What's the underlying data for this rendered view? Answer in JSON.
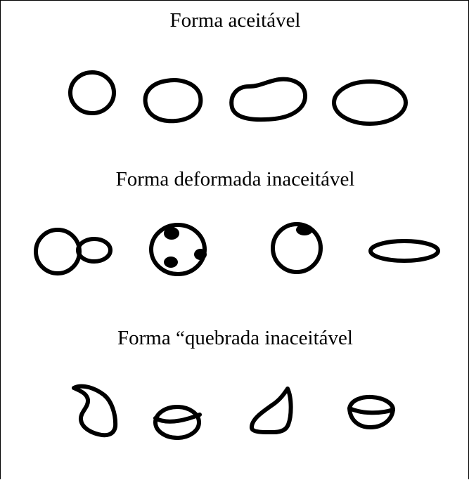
{
  "captions": {
    "acceptable": "Forma aceitável",
    "deformed": "Forma deformada inaceitável",
    "broken": "Forma “quebrada inaceitável"
  },
  "colors": {
    "line": "#000000",
    "background": "#ffffff"
  },
  "groups": [
    {
      "category": "acceptable",
      "count": 4
    },
    {
      "category": "deformed",
      "count": 4
    },
    {
      "category": "broken",
      "count": 4
    }
  ]
}
